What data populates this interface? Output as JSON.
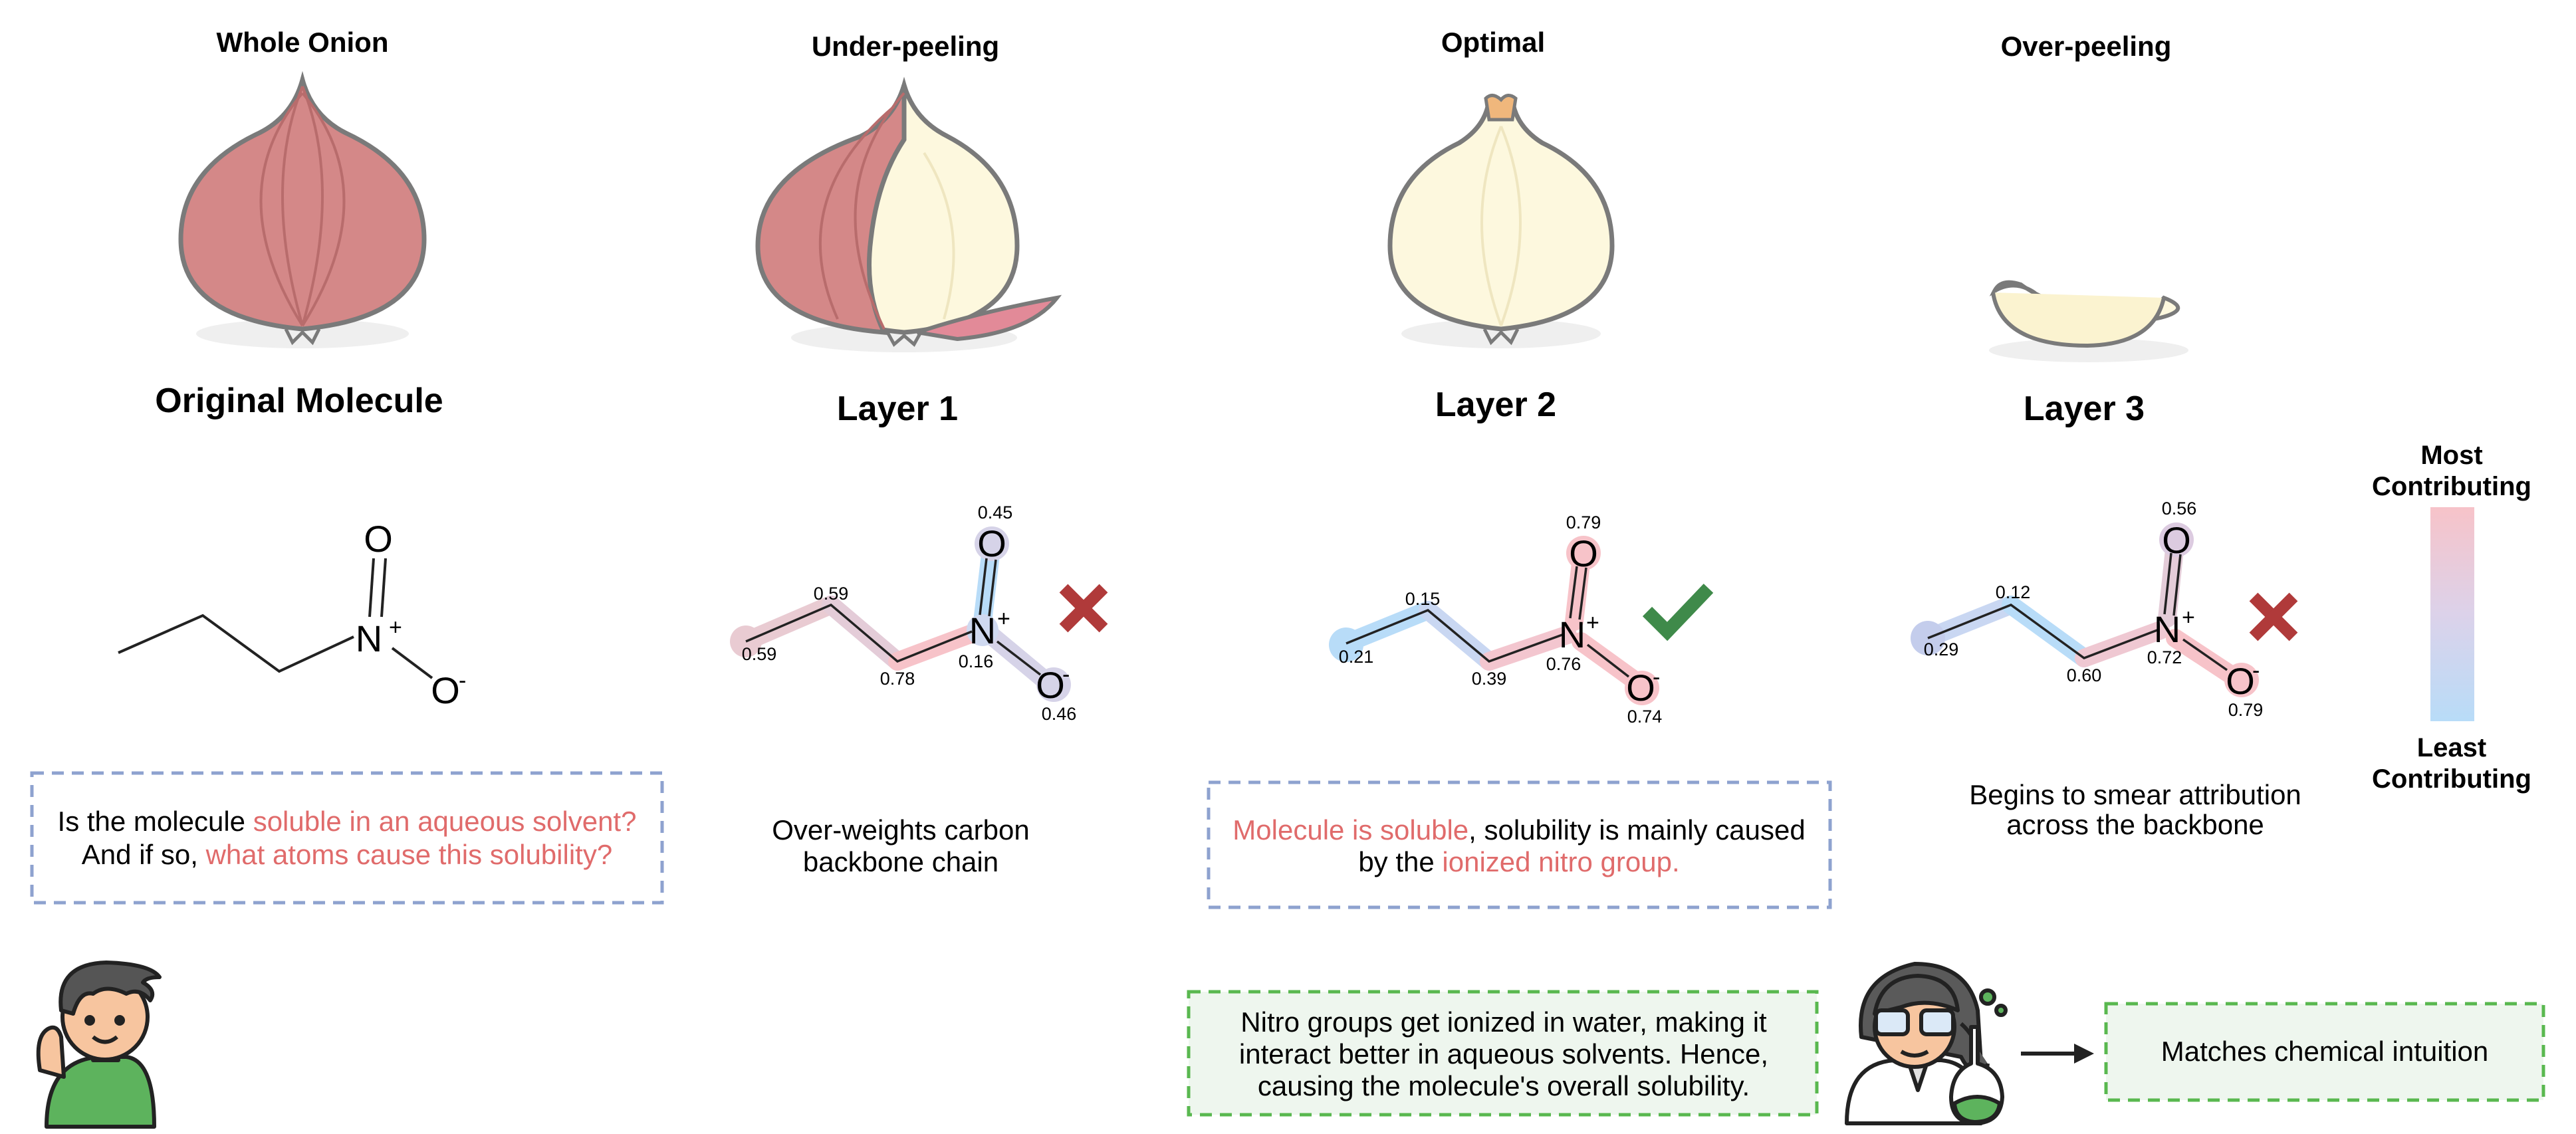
{
  "stages": [
    {
      "stage_label": "Whole Onion",
      "layer_title": "Original Molecule"
    },
    {
      "stage_label": "Under-peeling",
      "layer_title": "Layer 1",
      "caption_line1": "Over-weights carbon",
      "caption_line2": "backbone chain"
    },
    {
      "stage_label": "Optimal",
      "layer_title": "Layer 2"
    },
    {
      "stage_label": "Over-peeling",
      "layer_title": "Layer 3",
      "caption_line1": "Begins to smear attribution",
      "caption_line2": "across the backbone"
    }
  ],
  "atoms": {
    "O": "O",
    "N": "N",
    "plus": "+",
    "minus": "-"
  },
  "layer1_scores": [
    "0.59",
    "0.59",
    "0.78",
    "0.16",
    "0.45",
    "0.46"
  ],
  "layer2_scores": [
    "0.21",
    "0.15",
    "0.39",
    "0.76",
    "0.79",
    "0.74"
  ],
  "layer3_scores": [
    "0.29",
    "0.12",
    "0.60",
    "0.72",
    "0.56",
    "0.79"
  ],
  "question": {
    "part1": "Is the molecule ",
    "highlight1": "soluble in an aqueous solvent?",
    "part2": "And if so, ",
    "highlight2": "what atoms cause this solubility?"
  },
  "answer": {
    "highlight1": "Molecule is soluble",
    "part1": ", solubility is mainly caused",
    "part2": "by the ",
    "highlight2": "ionized nitro group."
  },
  "explanation": [
    "Nitro groups get ionized in water, making it",
    "interact better in aqueous solvents. Hence,",
    "causing the molecule's overall solubility."
  ],
  "verdict": "Matches chemical intuition",
  "legend": {
    "most_line1": "Most",
    "most_line2": "Contributing",
    "least_line1": "Least",
    "least_line2": "Contributing"
  },
  "colors": {
    "onion_red": "#d48888",
    "onion_cream": "#fdf8de",
    "high_attr": "#f7c3c9",
    "low_attr": "#b8dcf8",
    "mid_attr": "#d6d3e8",
    "highlight_text": "#e06b6b",
    "dashed_blue": "#8ea2cf",
    "dashed_green": "#59b84f",
    "check": "#3f8a4a",
    "cross": "#b03a3a"
  }
}
